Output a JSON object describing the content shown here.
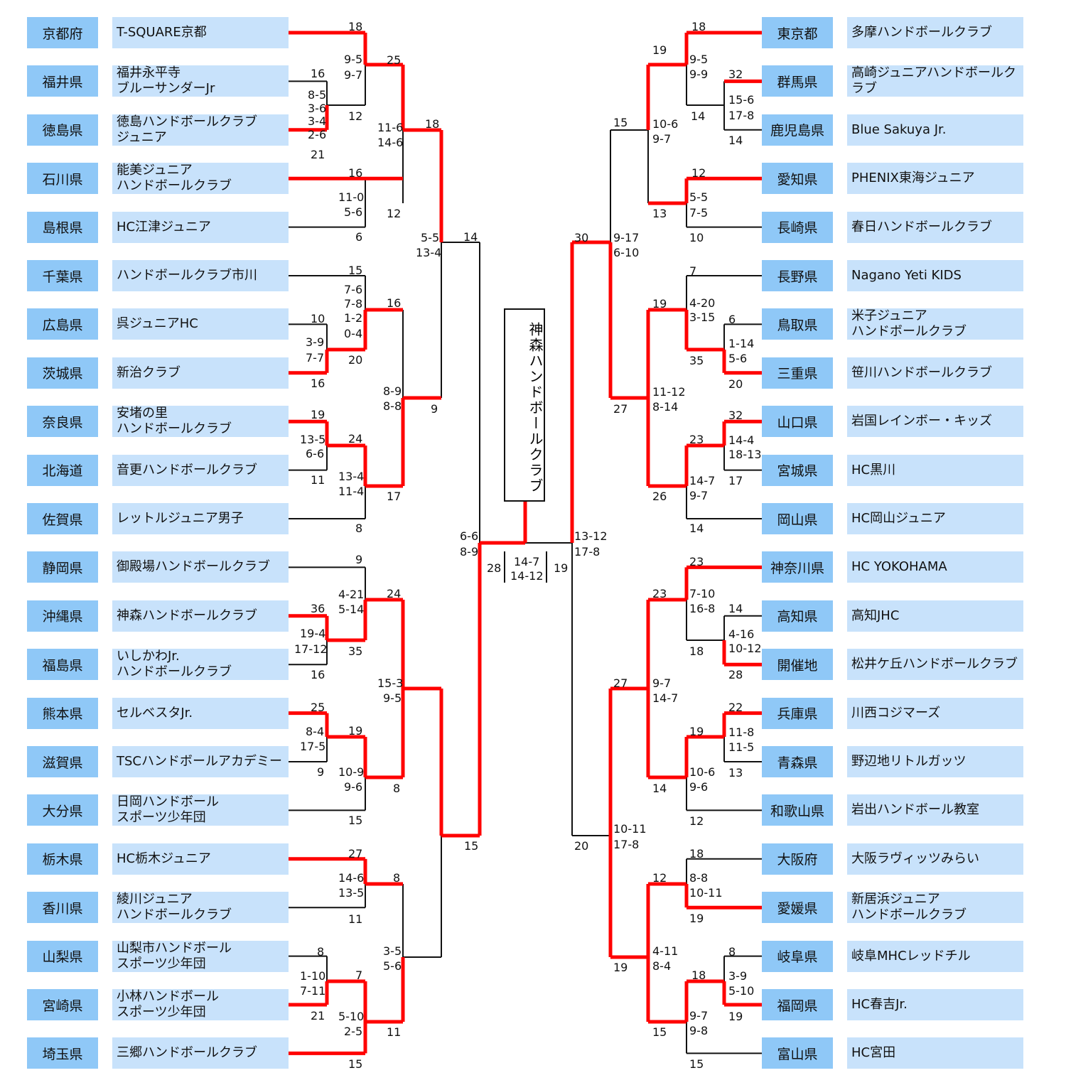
{
  "left_teams": [
    {
      "pref": "京都府",
      "team": "T-SQUARE京都"
    },
    {
      "pref": "福井県",
      "team": "福井永平寺\nブルーサンダーJr"
    },
    {
      "pref": "徳島県",
      "team": "徳島ハンドボールクラブ\nジュニア"
    },
    {
      "pref": "石川県",
      "team": "能美ジュニア\nハンドボールクラブ"
    },
    {
      "pref": "島根県",
      "team": "HC江津ジュニア"
    },
    {
      "pref": "千葉県",
      "team": "ハンドボールクラブ市川"
    },
    {
      "pref": "広島県",
      "team": "呉ジュニアHC"
    },
    {
      "pref": "茨城県",
      "team": "新治クラブ"
    },
    {
      "pref": "奈良県",
      "team": "安堵の里\nハンドボールクラブ"
    },
    {
      "pref": "北海道",
      "team": "音更ハンドボールクラブ"
    },
    {
      "pref": "佐賀県",
      "team": "レットルジュニア男子"
    },
    {
      "pref": "静岡県",
      "team": "御殿場ハンドボールクラブ"
    },
    {
      "pref": "沖縄県",
      "team": "神森ハンドボールクラブ"
    },
    {
      "pref": "福島県",
      "team": "いしかわJr.\nハンドボールクラブ"
    },
    {
      "pref": "熊本県",
      "team": "セルベスタJr."
    },
    {
      "pref": "滋賀県",
      "team": "TSCハンドボールアカデミー"
    },
    {
      "pref": "大分県",
      "team": "日岡ハンドボール\nスポーツ少年団"
    },
    {
      "pref": "栃木県",
      "team": "HC栃木ジュニア"
    },
    {
      "pref": "香川県",
      "team": "綾川ジュニア\nハンドボールクラブ"
    },
    {
      "pref": "山梨県",
      "team": "山梨市ハンドボール\nスポーツ少年団"
    },
    {
      "pref": "宮崎県",
      "team": "小林ハンドボール\nスポーツ少年団"
    },
    {
      "pref": "埼玉県",
      "team": "三郷ハンドボールクラブ"
    }
  ],
  "right_teams": [
    {
      "pref": "東京都",
      "team": "多摩ハンドボールクラブ"
    },
    {
      "pref": "群馬県",
      "team": "高崎ジュニアハンドボールクラブ"
    },
    {
      "pref": "鹿児島県",
      "team": "Blue Sakuya Jr."
    },
    {
      "pref": "愛知県",
      "team": "PHENIX東海ジュニア"
    },
    {
      "pref": "長崎県",
      "team": "春日ハンドボールクラブ"
    },
    {
      "pref": "長野県",
      "team": "Nagano Yeti KIDS"
    },
    {
      "pref": "鳥取県",
      "team": "米子ジュニア\nハンドボールクラブ"
    },
    {
      "pref": "三重県",
      "team": "笹川ハンドボールクラブ"
    },
    {
      "pref": "山口県",
      "team": "岩国レインボー・キッズ"
    },
    {
      "pref": "宮城県",
      "team": "HC黒川"
    },
    {
      "pref": "岡山県",
      "team": "HC岡山ジュニア"
    },
    {
      "pref": "神奈川県",
      "team": "HC YOKOHAMA"
    },
    {
      "pref": "高知県",
      "team": "高知JHC"
    },
    {
      "pref": "開催地",
      "team": "松井ケ丘ハンドボールクラブ"
    },
    {
      "pref": "兵庫県",
      "team": "川西コジマーズ"
    },
    {
      "pref": "青森県",
      "team": "野辺地リトルガッツ"
    },
    {
      "pref": "和歌山県",
      "team": "岩出ハンドボール教室"
    },
    {
      "pref": "大阪府",
      "team": "大阪ラヴィッツみらい"
    },
    {
      "pref": "愛媛県",
      "team": "新居浜ジュニア\nハンドボールクラブ"
    },
    {
      "pref": "岐阜県",
      "team": "岐阜MHCレッドチル"
    },
    {
      "pref": "福岡県",
      "team": "HC春吉Jr."
    },
    {
      "pref": "富山県",
      "team": "HC宮田"
    }
  ],
  "champion": "神森ハンドボールクラブ",
  "scores": [
    "18",
    "9-5",
    "9-7",
    "12",
    "25",
    "16",
    "8-5",
    "3-6",
    "3-4",
    "2-6",
    "21",
    "11-6",
    "14-6",
    "18",
    "16",
    "11-0",
    "5-6",
    "12",
    "6",
    "5-5",
    "13-4",
    "14",
    "15",
    "7-6",
    "7-8",
    "1-2",
    "0-4",
    "16",
    "10",
    "3-9",
    "7-7",
    "20",
    "16",
    "8-9",
    "8-8",
    "9",
    "19",
    "13-5",
    "6-6",
    "24",
    "11",
    "13-4",
    "11-4",
    "17",
    "8",
    "6-6",
    "8-9",
    "28",
    "14-7",
    "14-12",
    "19",
    "13-12",
    "17-8",
    "9",
    "4-21",
    "5-14",
    "24",
    "36",
    "19-4",
    "17-12",
    "35",
    "16",
    "15-3",
    "9-5",
    "25",
    "8-4",
    "17-5",
    "19",
    "9",
    "10-9",
    "9-6",
    "8",
    "15",
    "15",
    "27",
    "14-6",
    "13-5",
    "8",
    "11",
    "3-5",
    "5-6",
    "8",
    "1-10",
    "7-11",
    "7",
    "21",
    "5-10",
    "2-5",
    "11",
    "15",
    "18",
    "19",
    "9-5",
    "9-9",
    "32",
    "14",
    "15-6",
    "17-8",
    "14",
    "15",
    "10-6",
    "9-7",
    "12",
    "5-5",
    "7-5",
    "13",
    "10",
    "30",
    "9-17",
    "6-10",
    "7",
    "19",
    "4-20",
    "3-15",
    "6",
    "35",
    "1-14",
    "5-6",
    "20",
    "11-12",
    "8-14",
    "27",
    "32",
    "23",
    "14-4",
    "18-13",
    "17",
    "14-7",
    "9-7",
    "26",
    "14",
    "23",
    "23",
    "7-10",
    "16-8",
    "14",
    "18",
    "4-16",
    "10-12",
    "28",
    "27",
    "9-7",
    "14-7",
    "22",
    "19",
    "11-8",
    "11-5",
    "13",
    "10-6",
    "9-6",
    "14",
    "12",
    "10-11",
    "17-8",
    "20",
    "18",
    "12",
    "8-8",
    "10-11",
    "19",
    "4-11",
    "8-4",
    "19",
    "8",
    "18",
    "3-9",
    "5-10",
    "19",
    "9-7",
    "9-8",
    "15",
    "15"
  ]
}
